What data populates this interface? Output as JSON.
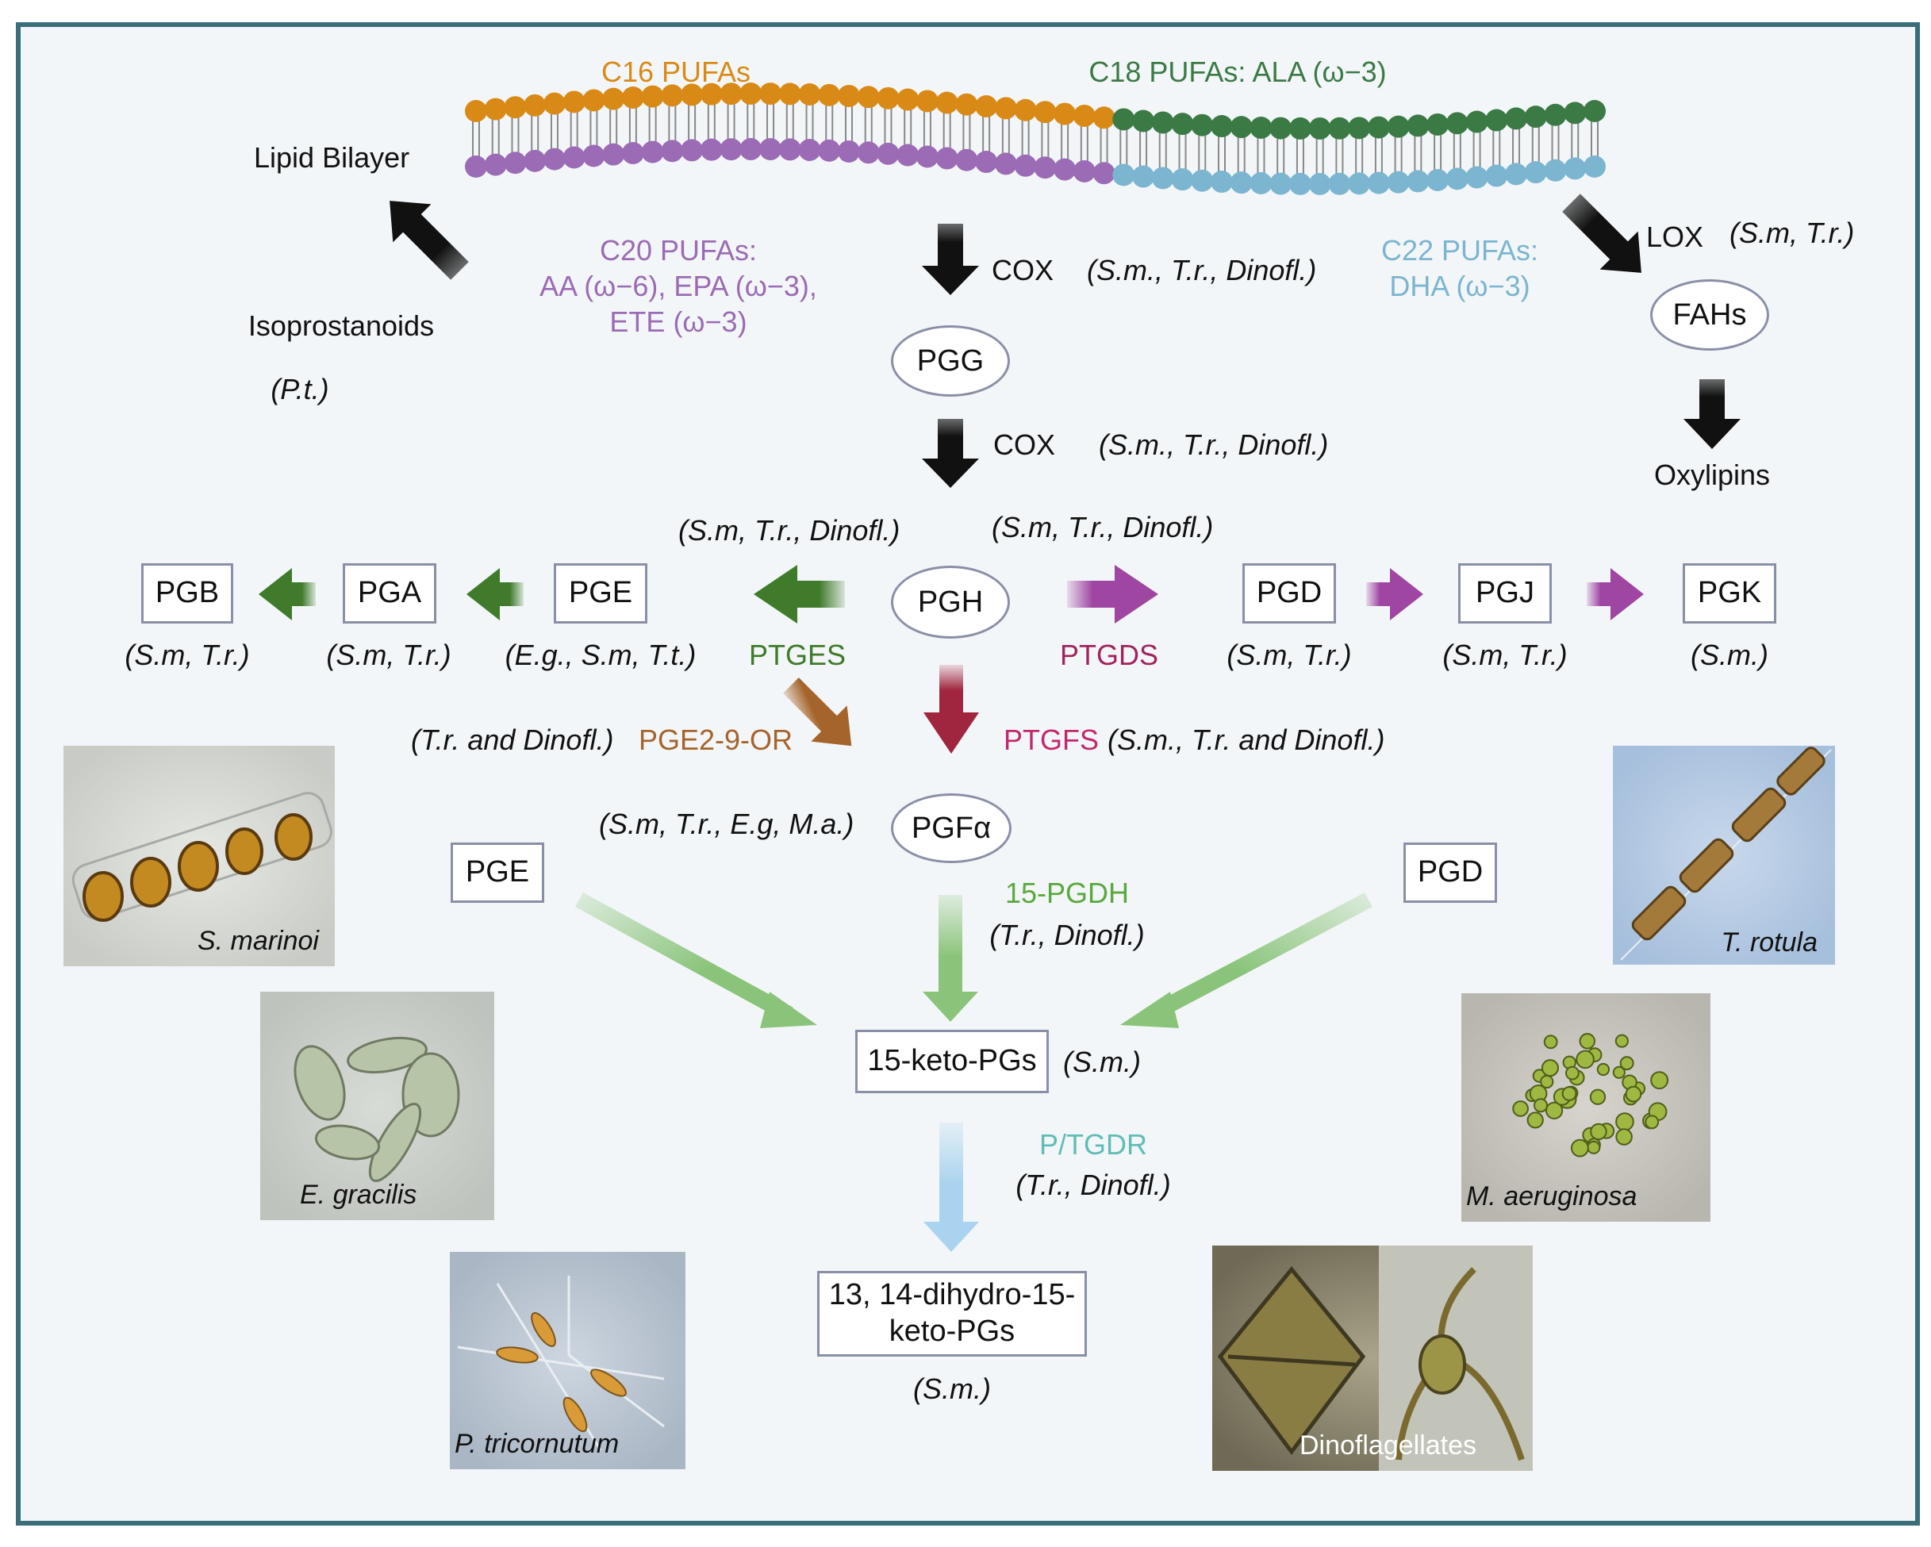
{
  "membrane": {
    "label": "Lipid Bilayer",
    "c16": "C16 PUFAs",
    "c18": "C18 PUFAs: ALA (ω−3)",
    "c20_line1": "C20 PUFAs:",
    "c20_line2": "AA (ω−6), EPA (ω−3),",
    "c20_line3": "ETE (ω−3)",
    "c22_line1": "C22 PUFAs:",
    "c22_line2": "DHA (ω−3)"
  },
  "isoprostanoids": {
    "label": "Isoprostanoids",
    "species": "(P.t.)"
  },
  "cox1": {
    "enzyme": "COX",
    "species": "(S.m., T.r., Dinofl.)"
  },
  "cox2": {
    "enzyme": "COX",
    "species": "(S.m., T.r., Dinofl.)"
  },
  "lox": {
    "enzyme": "LOX",
    "species": "(S.m, T.r.)"
  },
  "fahs": "FAHs",
  "oxylipins": "Oxylipins",
  "pgg": "PGG",
  "pgh": "PGH",
  "pgh_left_species": "(S.m, T.r., Dinofl.)",
  "pgh_right_species": "(S.m, T.r., Dinofl.)",
  "ptges": "PTGES",
  "ptgds": "PTGDS",
  "pgb": {
    "label": "PGB",
    "species": "(S.m, T.r.)"
  },
  "pga": {
    "label": "PGA",
    "species": "(S.m, T.r.)"
  },
  "pge": {
    "label": "PGE",
    "species": "(E.g., S.m, T.t.)"
  },
  "pgd": {
    "label": "PGD",
    "species": "(S.m, T.r.)"
  },
  "pgj": {
    "label": "PGJ",
    "species": "(S.m, T.r.)"
  },
  "pgk": {
    "label": "PGK",
    "species": "(S.m.)"
  },
  "pge2_9_or": {
    "species": "(T.r. and Dinofl.)",
    "enzyme": "PGE2-9-OR"
  },
  "ptgfs": {
    "enzyme": "PTGFS",
    "species": "(S.m., T.r. and Dinofl.)"
  },
  "pgf": {
    "label": "PGFα",
    "species": "(S.m, T.r., E.g, M.a.)"
  },
  "pge_box2": "PGE",
  "pgd_box2": "PGD",
  "pgdh": {
    "enzyme": "15-PGDH",
    "species": "(T.r., Dinofl.)"
  },
  "keto_pgs": {
    "label": "15-keto-PGs",
    "species": "(S.m.)"
  },
  "ptgdr": {
    "enzyme": "P/TGDR",
    "species": "(T.r., Dinofl.)"
  },
  "dihydro": {
    "line1": "13, 14-dihydro-15-",
    "line2": "keto-PGs",
    "species": "(S.m.)"
  },
  "photos": {
    "s_marinoi": "S. marinoi",
    "e_gracilis": "E. gracilis",
    "p_tricornutum": "P. tricornutum",
    "t_rotula": "T. rotula",
    "m_aeruginosa": "M. aeruginosa",
    "dinoflagellates": "Dinoflagellates"
  },
  "colors": {
    "frame": "#3a6f7a",
    "c16": "#d98a16",
    "c18": "#3b7a45",
    "c20": "#9b6bb5",
    "c22": "#7bb5d0",
    "ptges_arrow": "#3f7b2a",
    "ptgds_arrow": "#9e46a2",
    "ptgfs_arrow": "#a0253e",
    "pge2_arrow": "#a5642b",
    "keto_arrows": "#8ac47a",
    "ptgdr_arrow": "#a9d3ee",
    "ptgfs_text": "#c2286d",
    "ptgds_text": "#a0245e",
    "ptges_text": "#3f7b2a",
    "pge2_text": "#a5642b",
    "pgdh_text": "#5aa83e",
    "ptgdr_text": "#5fbdb5"
  }
}
